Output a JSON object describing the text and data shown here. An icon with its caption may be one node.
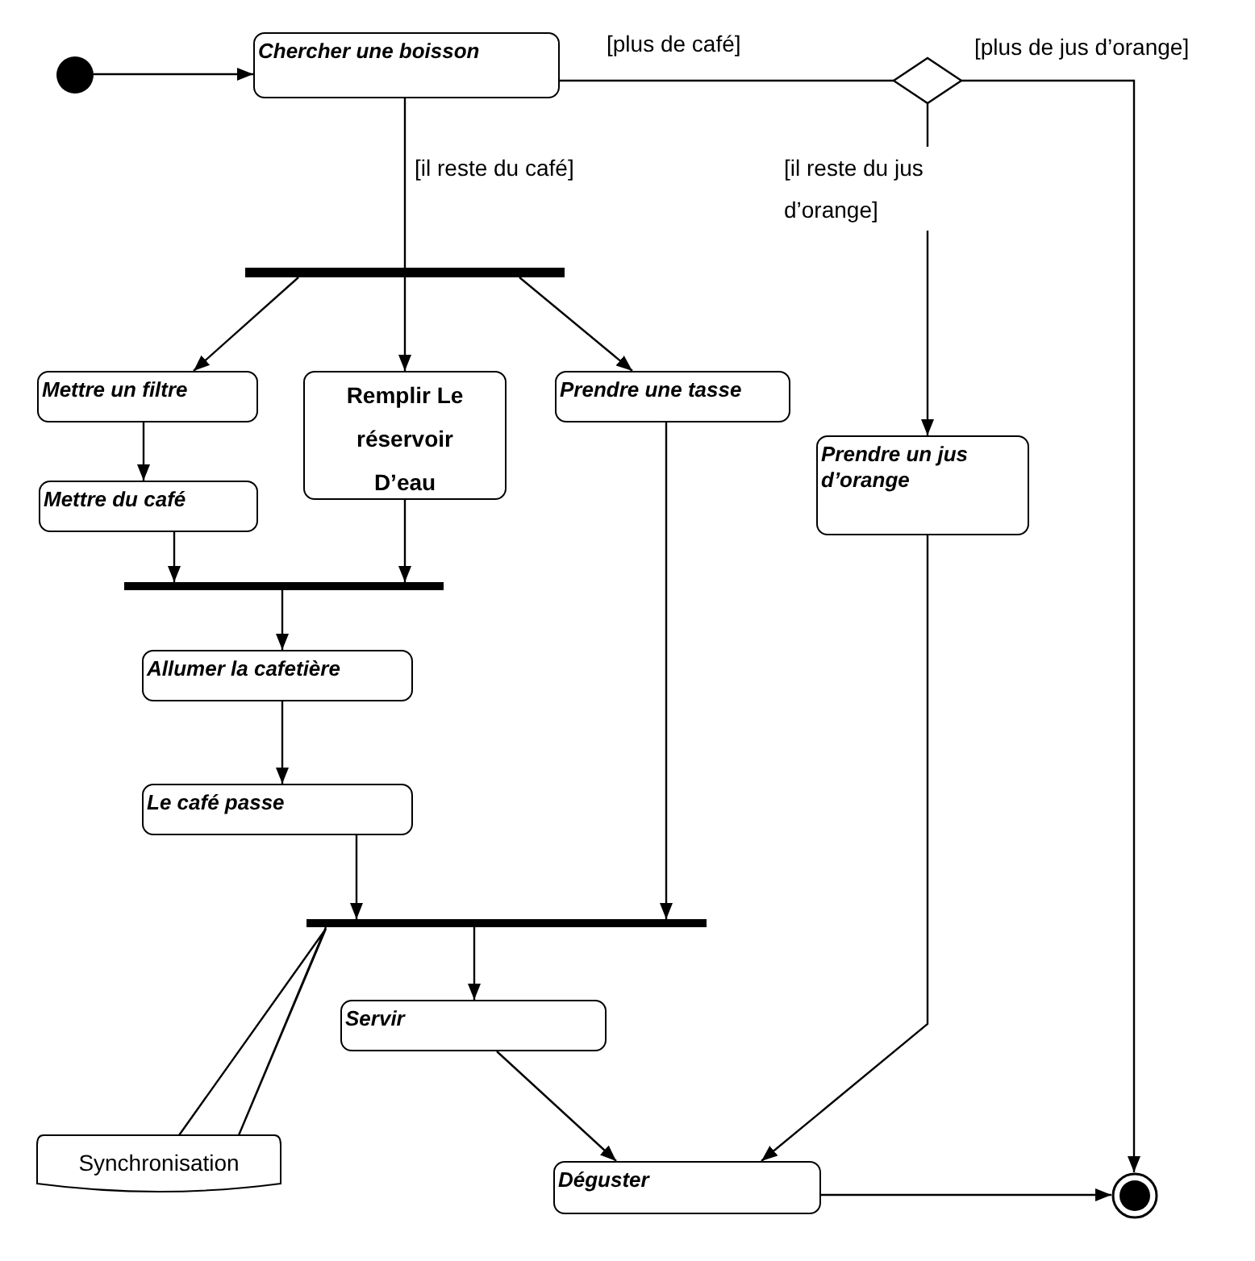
{
  "diagram": {
    "nodes": [
      {
        "text": [],
        "shape": "circle"
      },
      {
        "text": [
          "Chercher une boisson"
        ]
      },
      {
        "text": [],
        "shape": "diamond"
      },
      {
        "text": [],
        "shape": "bar"
      },
      {
        "text": [
          "Mettre un filtre"
        ]
      },
      {
        "text": [
          "Remplir Le réservoir D’eau"
        ]
      },
      {
        "text": [
          "Prendre une tasse"
        ]
      },
      {
        "text": [
          "Prendre un jus d’orange"
        ]
      },
      {
        "text": [
          "Mettre du café"
        ]
      },
      {
        "text": [],
        "shape": "bar"
      },
      {
        "text": [
          "Allumer la cafetière"
        ]
      },
      {
        "text": [
          "Le café passe"
        ]
      },
      {
        "text": [],
        "shape": "bar"
      },
      {
        "text": [
          "Servir"
        ]
      },
      {
        "text": [
          "Synchronisation"
        ]
      },
      {
        "text": [
          "Déguster"
        ]
      },
      {
        "text": [],
        "shape": "circle"
      }
    ],
    "edges": [
      {
        "from": 0,
        "to": 1,
        "arrow": "to"
      },
      {
        "from": 1,
        "to": 2,
        "arrow": "none",
        "label": "[plus de café]"
      },
      {
        "from": 2,
        "to": 16,
        "arrow": "to",
        "label": "[plus de jus d’orange]"
      },
      {
        "from": 1,
        "to": 3,
        "arrow": "none",
        "label": "[il reste du café]"
      },
      {
        "from": 2,
        "to": 7,
        "arrow": "to",
        "label": "[il reste du jus d’orange]"
      },
      {
        "from": 3,
        "to": 4,
        "arrow": "to"
      },
      {
        "from": 3,
        "to": 5,
        "arrow": "to"
      },
      {
        "from": 3,
        "to": 6,
        "arrow": "to"
      },
      {
        "from": 4,
        "to": 8,
        "arrow": "to"
      },
      {
        "from": 8,
        "to": 9,
        "arrow": "to"
      },
      {
        "from": 5,
        "to": 9,
        "arrow": "to"
      },
      {
        "from": 9,
        "to": 10,
        "arrow": "to"
      },
      {
        "from": 10,
        "to": 11,
        "arrow": "to"
      },
      {
        "from": 11,
        "to": 12,
        "arrow": "to"
      },
      {
        "from": 6,
        "to": 12,
        "arrow": "to"
      },
      {
        "from": 12,
        "to": 13,
        "arrow": "to"
      },
      {
        "from": 13,
        "to": 15,
        "arrow": "to"
      },
      {
        "from": 7,
        "to": 15,
        "arrow": "to"
      },
      {
        "from": 15,
        "to": 16,
        "arrow": "to"
      },
      {
        "from": 14,
        "to": 12,
        "arrow": "none"
      }
    ]
  }
}
